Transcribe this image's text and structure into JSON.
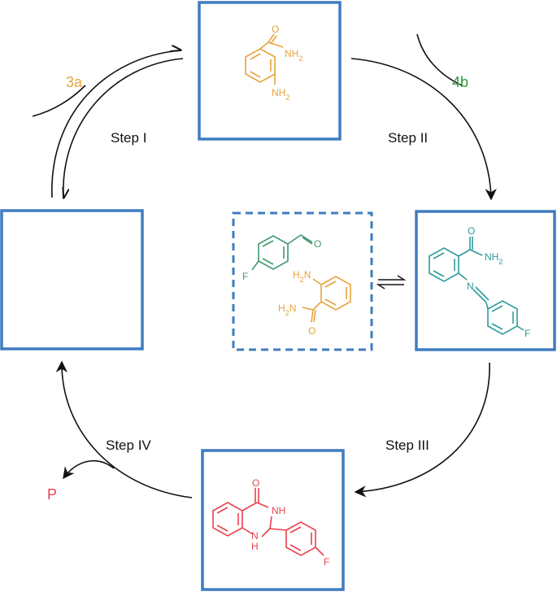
{
  "colors": {
    "box": "#3f7cc1",
    "arrow": "#111111",
    "reagent_3a": "#e8a33a",
    "reagent_4b": "#2a9d3a",
    "imine": "#2e9b9b",
    "product": "#e8424e",
    "aldehyde": "#3d9a6e"
  },
  "labels": {
    "reagent_3a": "3a",
    "reagent_4b": "4b",
    "step_1": "Step I",
    "step_2": "Step II",
    "step_3": "Step III",
    "step_4": "Step IV",
    "product_p": "P"
  },
  "molecules": {
    "anthranilamide": {
      "carbonyl_o": "O",
      "amide": "NH2",
      "amine": "NH2"
    },
    "aldehyde": {
      "oxygen": "O",
      "fluorine": "F"
    },
    "amine_copy": {
      "amine": "H2N",
      "amide": "H2N",
      "carbonyl_o": "O"
    },
    "imine": {
      "carbonyl_o": "O",
      "amide": "NH2",
      "imine_n": "N",
      "fluorine": "F"
    },
    "product": {
      "carbonyl_o": "O",
      "nh_upper": "NH",
      "nh_lower": "H",
      "fluorine": "F"
    }
  },
  "icons": {
    "equilibrium": "equilibrium-arrows-icon"
  }
}
